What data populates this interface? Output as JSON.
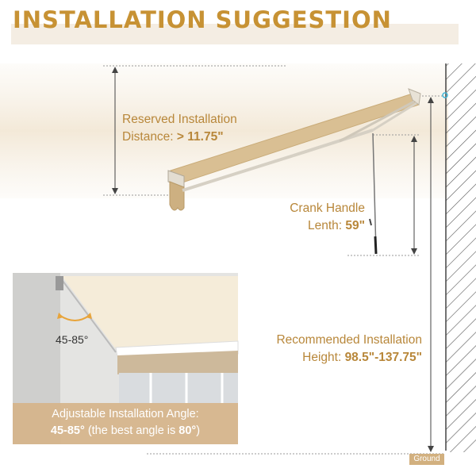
{
  "title": "INSTALLATION SUGGESTION",
  "reserved": {
    "line1": "Reserved Installation",
    "line2_prefix": "Distance: ",
    "line2_value": "> 11.75\""
  },
  "crank": {
    "line1": "Crank Handle",
    "line2_prefix": "Lenth: ",
    "line2_value": "59\""
  },
  "recommended": {
    "line1": "Recommended Installation",
    "line2_prefix": "Height: ",
    "line2_value": "98.5\"-137.75\""
  },
  "inset": {
    "angle_label": "45-85°",
    "caption_line1": "Adjustable Installation Angle:",
    "caption_line2_bold": "45-85°",
    "caption_line2_mid": " (the best angle is ",
    "caption_line2_bold2": "80°",
    "caption_line2_end": ")"
  },
  "ground_label": "Ground",
  "colors": {
    "accent": "#c79234",
    "awning": "#d9bf93",
    "wall_stripe": "#555555"
  }
}
